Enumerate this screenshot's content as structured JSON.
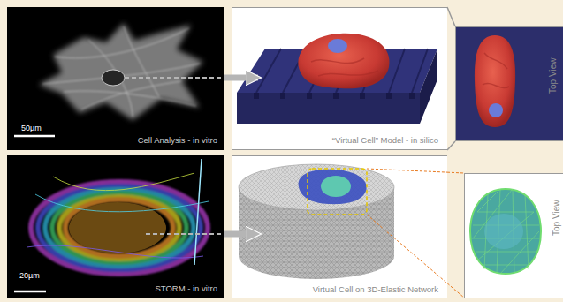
{
  "diagram": {
    "nodes": [
      {
        "text": [
          "50µm",
          "Cell Analysis - in vitro"
        ]
      },
      {
        "text": [
          "“Virtual Cell” Model - in silico"
        ]
      },
      {
        "text": [
          "Top View"
        ]
      },
      {
        "text": [
          "20µm",
          "STORM - in vitro"
        ]
      },
      {
        "text": [
          "Virtual Cell on 3D-Elastic Network"
        ]
      },
      {
        "text": [
          "Top View"
        ]
      }
    ],
    "edges": [
      {
        "from": 0,
        "to": 1,
        "arrow": "to"
      },
      {
        "from": 1,
        "to": 2,
        "arrow": "none"
      },
      {
        "from": 3,
        "to": 4,
        "arrow": "to"
      },
      {
        "from": 4,
        "to": 5,
        "arrow": "none"
      }
    ]
  }
}
